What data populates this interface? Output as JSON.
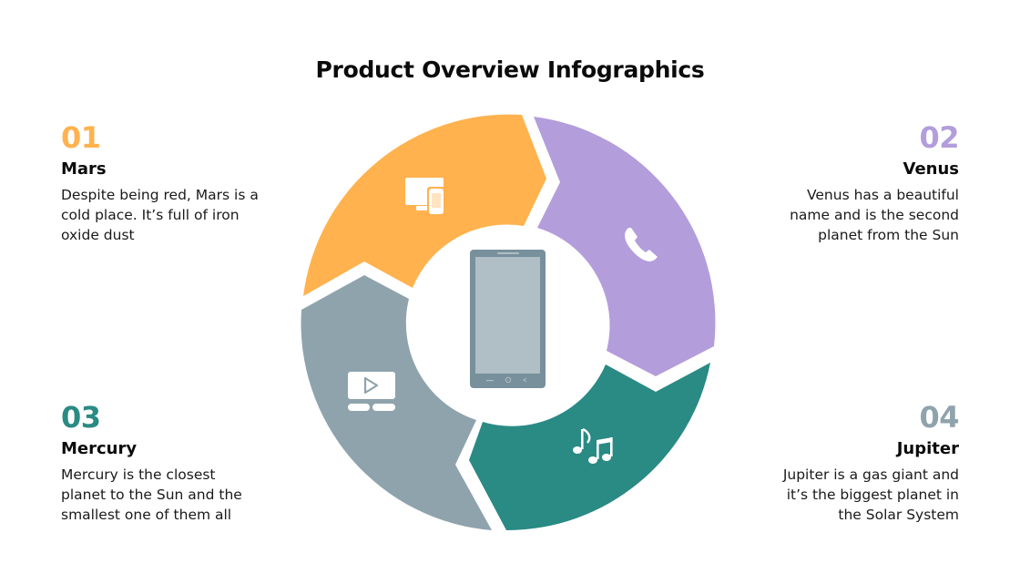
{
  "title": "Product Overview Infographics",
  "colors": {
    "mars": "#FFB24E",
    "venus": "#B39DDB",
    "mercury": "#2A8A84",
    "jupiter": "#8FA3AD",
    "phone_body": "#78909C",
    "phone_screen": "#B0BEC5"
  },
  "items": [
    {
      "number": "01",
      "name": "Mars",
      "description_lines": [
        "Despite being red, Mars is a",
        "cold place. It’s full of iron",
        "oxide dust"
      ],
      "icon": "devices-icon"
    },
    {
      "number": "02",
      "name": "Venus",
      "description_lines": [
        "Venus has a beautiful",
        "name and is the second",
        "planet from the Sun"
      ],
      "icon": "phone-call-icon"
    },
    {
      "number": "03",
      "name": "Mercury",
      "description_lines": [
        "Mercury is the closest",
        "planet to the Sun and the",
        "smallest one of them all"
      ],
      "icon": "video-play-icon"
    },
    {
      "number": "04",
      "name": "Jupiter",
      "description_lines": [
        "Jupiter is a gas giant and",
        "it’s the biggest planet in",
        "the Solar System"
      ],
      "icon": "music-notes-icon"
    }
  ],
  "center_icon": "smartphone-icon"
}
